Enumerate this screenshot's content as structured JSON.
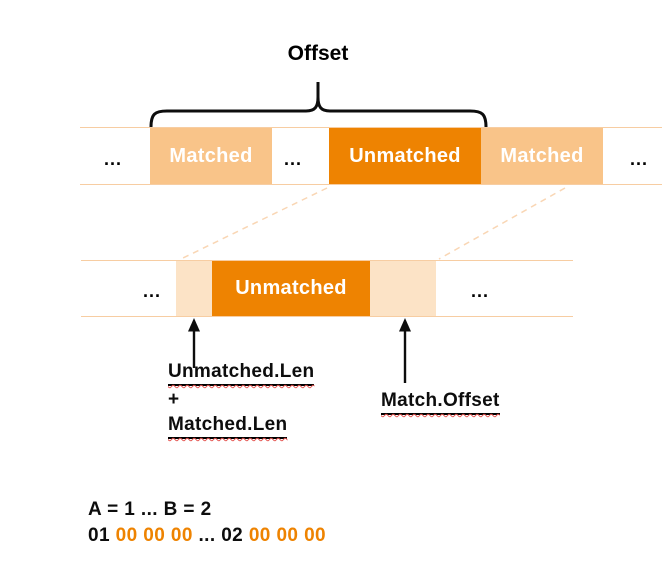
{
  "title": "Offset",
  "row1": {
    "ellipsis_left": "...",
    "matched_left": "Matched",
    "ellipsis_mid": "...",
    "unmatched": "Unmatched",
    "matched_right": "Matched",
    "ellipsis_right": "..."
  },
  "row2": {
    "ellipsis_left": "...",
    "unmatched": "Unmatched",
    "ellipsis_right": "..."
  },
  "labels": {
    "unmatched_len": "Unmatched.Len",
    "plus": "+",
    "matched_len": "Matched.Len",
    "match_offset": "Match.Offset"
  },
  "bottom": {
    "line1": "A = 1 ... B = 2",
    "byte_01": "01",
    "zeros_1": "00 00 00",
    "dots": "...",
    "byte_02": "02",
    "zeros_2": "00 00 00"
  },
  "colors": {
    "accent_dark_orange": "#EE8301",
    "accent_light_orange": "#F9C489",
    "accent_pale_peach": "#FCE3C6",
    "strip_border_line": "#F7CDA2",
    "dashed_connector": "#F9D6B4",
    "spellcheck_wavy_red": "#E4534F",
    "code_orange_text": "#EE8301"
  }
}
